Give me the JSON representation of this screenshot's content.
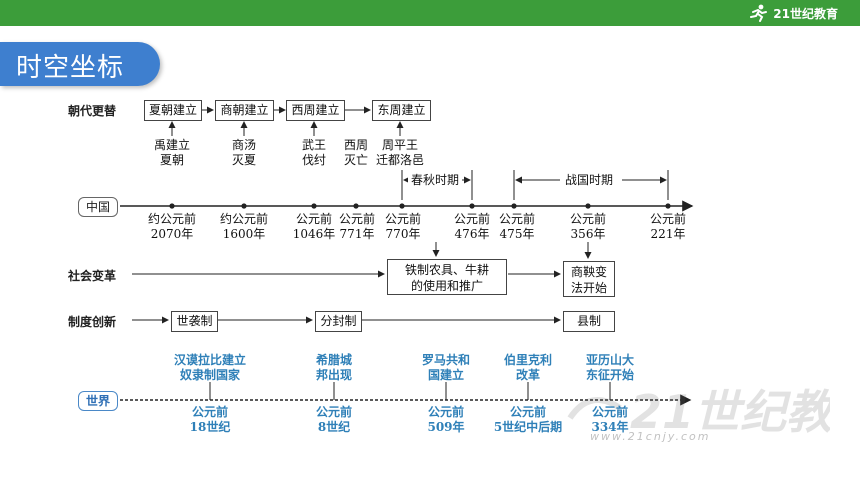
{
  "brand": {
    "logo_text": "21世纪教育",
    "num": "21"
  },
  "title": "时空坐标",
  "rows": {
    "dynasty": "朝代更替",
    "china": "中国",
    "social": "社会变革",
    "system": "制度创新",
    "world": "世界"
  },
  "dynasties": [
    "夏朝建立",
    "商朝建立",
    "西周建立",
    "东周建立"
  ],
  "dynasty_notes": {
    "xia_1": "禹建立",
    "xia_2": "夏朝",
    "shang_1": "商汤",
    "shang_2": "灭夏",
    "xizhou_1": "武王",
    "xizhou_2": "伐纣",
    "xizhou_end_1": "西周",
    "xizhou_end_2": "灭亡",
    "dongzhou_1": "周平王",
    "dongzhou_2": "迁都洛邑"
  },
  "periods": {
    "chunqiu": "春秋时期",
    "zhanguo": "战国时期"
  },
  "china_dates": [
    {
      "a": "约公元前",
      "b": "2070年"
    },
    {
      "a": "约公元前",
      "b": "1600年"
    },
    {
      "a": "公元前",
      "b": "1046年"
    },
    {
      "a": "公元前",
      "b": "771年"
    },
    {
      "a": "公元前",
      "b": "770年"
    },
    {
      "a": "公元前",
      "b": "476年"
    },
    {
      "a": "公元前",
      "b": "475年"
    },
    {
      "a": "公元前",
      "b": "356年"
    },
    {
      "a": "公元前",
      "b": "221年"
    }
  ],
  "social": {
    "iron_1": "铁制农具、牛耕",
    "iron_2": "的使用和推广",
    "shang_1": "商鞅变",
    "shang_2": "法开始"
  },
  "systems": [
    "世袭制",
    "分封制",
    "县制"
  ],
  "world_events": [
    {
      "a": "汉谟拉比建立",
      "b": "奴隶制国家"
    },
    {
      "a": "希腊城",
      "b": "邦出现"
    },
    {
      "a": "罗马共和",
      "b": "国建立"
    },
    {
      "a": "伯里克利",
      "b": "改革"
    },
    {
      "a": "亚历山大",
      "b": "东征开始"
    }
  ],
  "world_dates": [
    {
      "a": "公元前",
      "b": "18世纪"
    },
    {
      "a": "公元前",
      "b": "8世纪"
    },
    {
      "a": "公元前",
      "b": "509年"
    },
    {
      "a": "公元前",
      "b": "5世纪中后期"
    },
    {
      "a": "公元前",
      "b": "334年"
    }
  ],
  "watermark": "www.21cnjy.com",
  "colors": {
    "topbar": "#3c9d3a",
    "title_bg": "#3e7fcf",
    "world_text": "#2f80b8"
  }
}
